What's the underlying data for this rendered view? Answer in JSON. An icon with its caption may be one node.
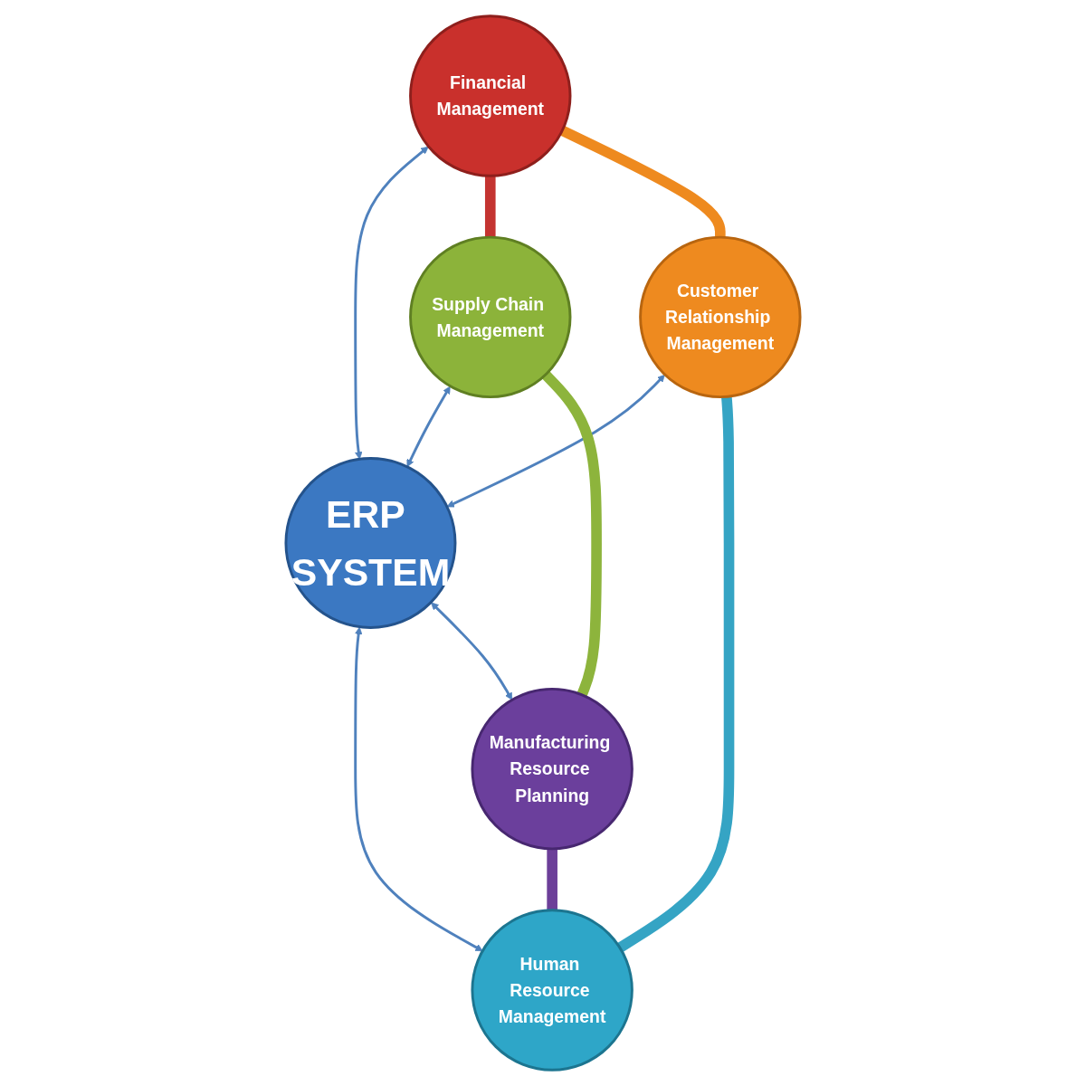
{
  "diagram": {
    "nodes": [
      {
        "text": [
          "Financial Management"
        ]
      },
      {
        "text": [
          "Customer Relationship Management"
        ]
      },
      {
        "text": [
          "Supply Chain Management"
        ]
      },
      {
        "text": [
          "ERP SYSTEM"
        ]
      },
      {
        "text": [
          "Human Resource Management"
        ]
      },
      {
        "text": [
          "Manufacturing Resource Planning"
        ]
      }
    ],
    "edges": [
      {
        "from": 0,
        "to": 3,
        "arrow": "both"
      },
      {
        "from": 1,
        "to": 3,
        "arrow": "both"
      },
      {
        "from": 2,
        "to": 3,
        "arrow": "both"
      },
      {
        "from": 3,
        "to": 4,
        "arrow": "both"
      },
      {
        "from": 3,
        "to": 5,
        "arrow": "both"
      },
      {
        "from": 0,
        "to": 2,
        "arrow": "none",
        "style": "thick",
        "color": "#c43431"
      },
      {
        "from": 2,
        "to": 5,
        "arrow": "none",
        "style": "thick",
        "color": "#8db43c"
      },
      {
        "from": 5,
        "to": 4,
        "arrow": "none",
        "style": "thick",
        "color": "#6c3f99"
      },
      {
        "from": 1,
        "to": 4,
        "arrow": "none",
        "style": "thick",
        "color": "#35a4c4"
      },
      {
        "from": 0,
        "to": 1,
        "arrow": "none",
        "style": "thick",
        "color": "#ee8a1f"
      }
    ]
  }
}
